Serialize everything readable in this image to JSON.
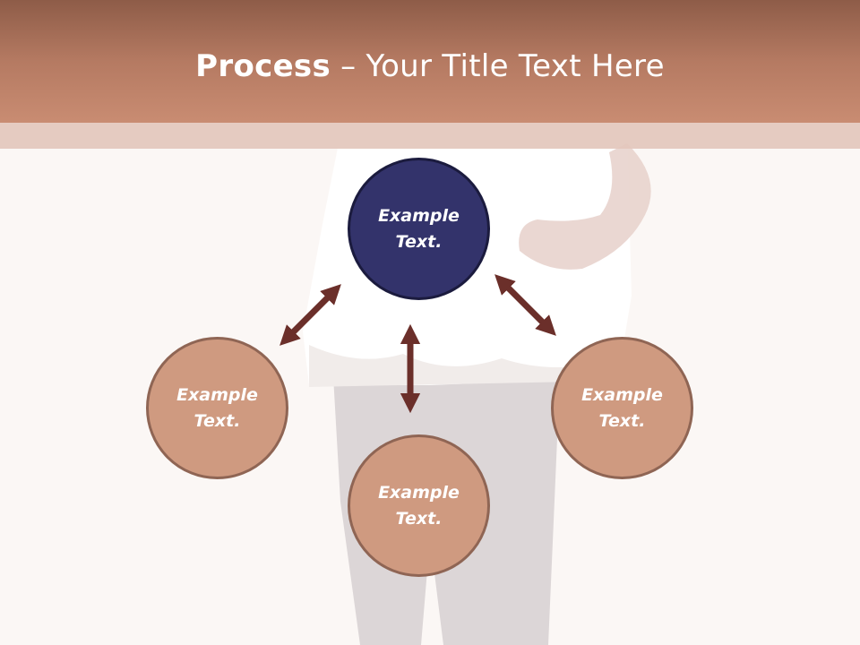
{
  "title": {
    "bold": "Process",
    "rest": " – Your Title Text Here"
  },
  "nodes": {
    "top": "Example\nText.",
    "left": "Example\nText.",
    "right": "Example\nText.",
    "bottom": "Example\nText."
  },
  "colors": {
    "header": "#b57a62",
    "center_node": "#33336b",
    "outer_node": "#cf9a80",
    "arrow": "#6b2f2a"
  }
}
